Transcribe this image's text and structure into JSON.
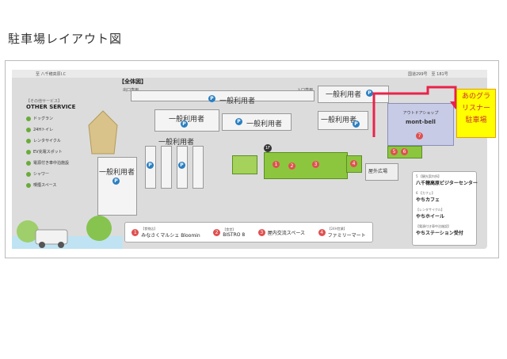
{
  "page": {
    "title": "駐車場レイアウト図"
  },
  "map": {
    "header_label": "【全体図】",
    "top_left_text": "至 八千穂高原I.C",
    "top_right_text": "国道299号　至 181号",
    "entrance_label_1": "出口専用",
    "entrance_label_2": "入口専用",
    "lots": [
      {
        "label": "一般利用者"
      },
      {
        "label": "一般利用者"
      },
      {
        "label": "一般利用者"
      },
      {
        "label": "一般利用者"
      },
      {
        "label": "一般利用者"
      },
      {
        "label": "一般利用者"
      },
      {
        "label": "一般利用者"
      }
    ],
    "p_mark": "P",
    "bell_shop": "アウトドアショップ",
    "bell_brand": "mont-bell",
    "plaza": "屋外広場",
    "floor_badge": "1F",
    "numbers": [
      "1",
      "2",
      "3",
      "4",
      "5",
      "6",
      "7"
    ]
  },
  "other_service": {
    "heading_jp": "【その他サービス】",
    "heading_en": "OTHER SERVICE",
    "items": [
      "ドッグラン",
      "24Hトイレ",
      "レンタサイクル",
      "EV充電スポット",
      "電源付き車中泊施設",
      "シャワー",
      "喫煙スペース"
    ]
  },
  "callout": {
    "text": "あのグラリスナー駐車場",
    "lines": [
      "あのグラ",
      "リスナー",
      "駐車場"
    ]
  },
  "bottom_legend": [
    {
      "num": "1",
      "category": "【食物店】",
      "name": "みなさくマルシェ Bloomin"
    },
    {
      "num": "2",
      "category": "【食堂】",
      "name": "BISTRO 8"
    },
    {
      "num": "3",
      "category": "",
      "name": "屋内交流スペース"
    },
    {
      "num": "4",
      "category": "【24H営業】",
      "name": "ファミリーマート"
    }
  ],
  "right_legend": [
    {
      "num": "5",
      "category": "【観光案内所】",
      "name": "八千穂高原ビジターセンター"
    },
    {
      "num": "6",
      "category": "【カフェ】",
      "name": "やちカフェ"
    },
    {
      "num": "",
      "category": "【レンタサイクル】",
      "name": "やちホイール"
    },
    {
      "num": "",
      "category": "【電源付き車中泊施設】",
      "name": "やちステーション受付"
    }
  ],
  "colors": {
    "accent_red": "#e8234a",
    "callout_bg": "#ffff00",
    "building_green": "#8cc63f",
    "parking_blue": "#2a7fc1"
  }
}
